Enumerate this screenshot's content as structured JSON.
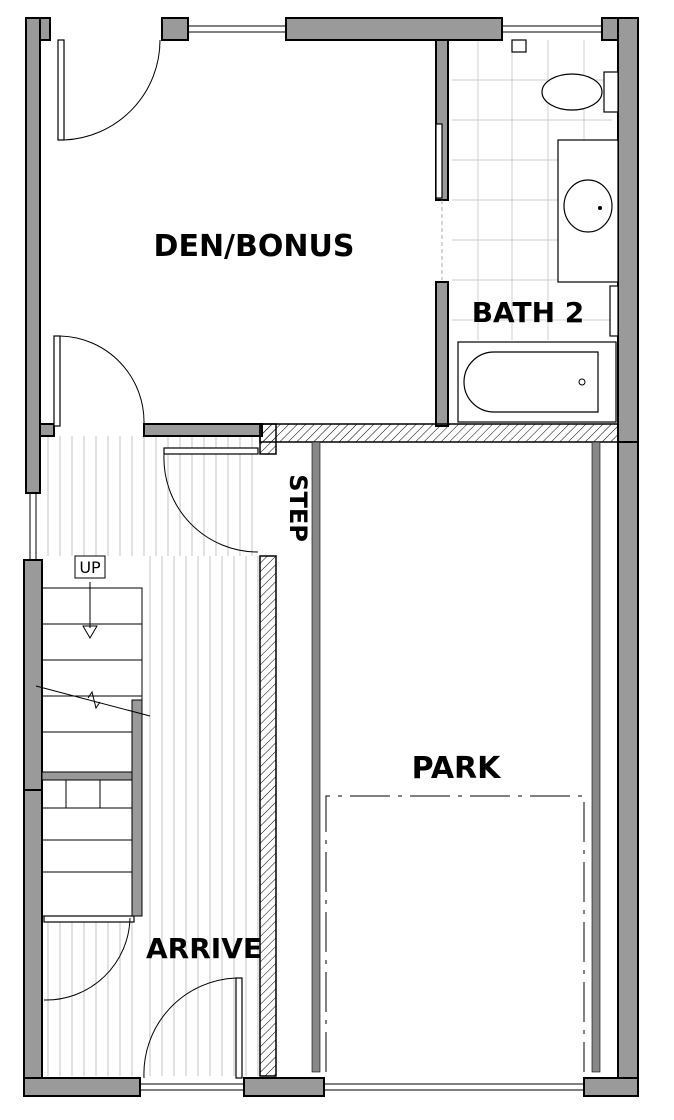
{
  "rooms": {
    "den": "DEN/BONUS",
    "bath": "BATH 2",
    "step": "STEP",
    "up": "UP",
    "park": "PARK",
    "arrive": "ARRIVE"
  },
  "colors": {
    "wall_fill": "#9a9a9a",
    "line": "#000000",
    "tile": "#cfcfcf",
    "floor_plank": "#b5b5b5"
  }
}
